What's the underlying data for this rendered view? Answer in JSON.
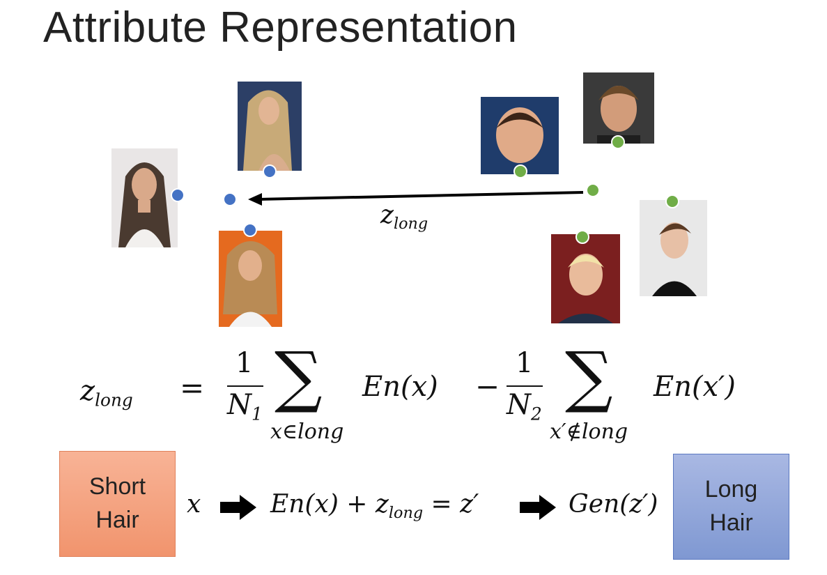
{
  "slide": {
    "title": "Attribute Representation"
  },
  "diagram": {
    "vector_label": "z",
    "vector_label_sub": "long",
    "long_hair_group_color": "#4472C4",
    "short_hair_group_color": "#70AD47"
  },
  "formula": {
    "lhs": "z",
    "lhs_sub": "long",
    "equals": "=",
    "frac1_num": "1",
    "frac1_den": "N",
    "frac1_den_sub": "1",
    "sum1_sub": "x∈long",
    "term1": "En(x)",
    "minus": "−",
    "frac2_num": "1",
    "frac2_den": "N",
    "frac2_den_sub": "2",
    "sum2_sub": "x′∉long",
    "term2": "En(x′)"
  },
  "pipeline": {
    "input_box": "Short\nHair",
    "output_box": "Long\nHair",
    "x": "x",
    "encode_a": "En(x) + z",
    "encode_sub": "long",
    "encode_b": " = z′",
    "gen": "Gen(z′)"
  }
}
